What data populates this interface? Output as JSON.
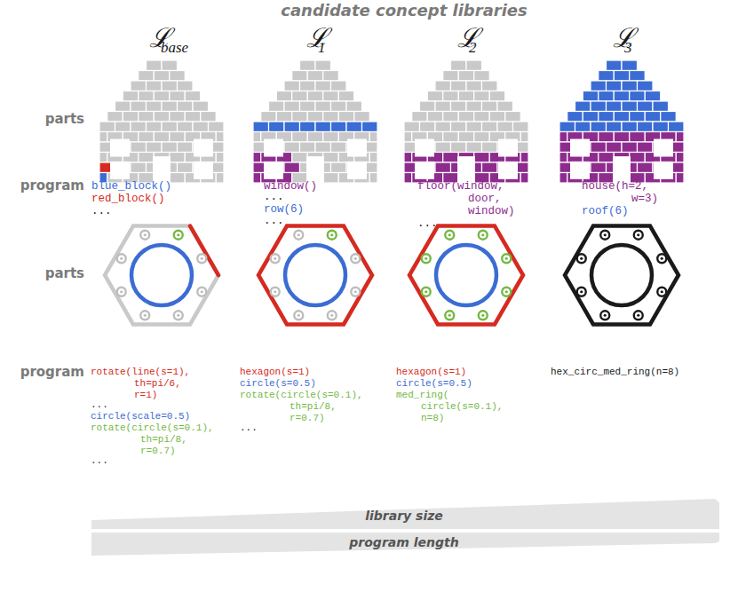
{
  "diagram": {
    "title": "candidate concept libraries",
    "labels": [
      "ℒ",
      "base",
      "ℒ",
      "1",
      "ℒ",
      "2",
      "ℒ",
      "3",
      "parts",
      "program",
      "parts",
      "program",
      "blue_block()",
      "red_block()",
      "...",
      "window()",
      "...",
      "row(6)",
      "...",
      "floor(window,",
      "door,",
      "window)",
      "...",
      "house(h=2,",
      "w=3)",
      "roof(6)",
      "rotate(line(s=1),",
      "th=pi/6,",
      "r=1)",
      "...",
      "circle(scale=0.5)",
      "rotate(circle(s=0.1),",
      "th=pi/8,",
      "r=0.7)",
      "...",
      "hexagon(s=1)",
      "circle(s=0.5)",
      "rotate(circle(s=0.1),",
      "th=pi/8,",
      "r=0.7)",
      "...",
      "hexagon(s=1)",
      "circle(s=0.5)",
      "med_ring(",
      "circle(s=0.1),",
      "n=8)",
      "hex_circ_med_ring(n=8)",
      "library size",
      "program length"
    ]
  }
}
